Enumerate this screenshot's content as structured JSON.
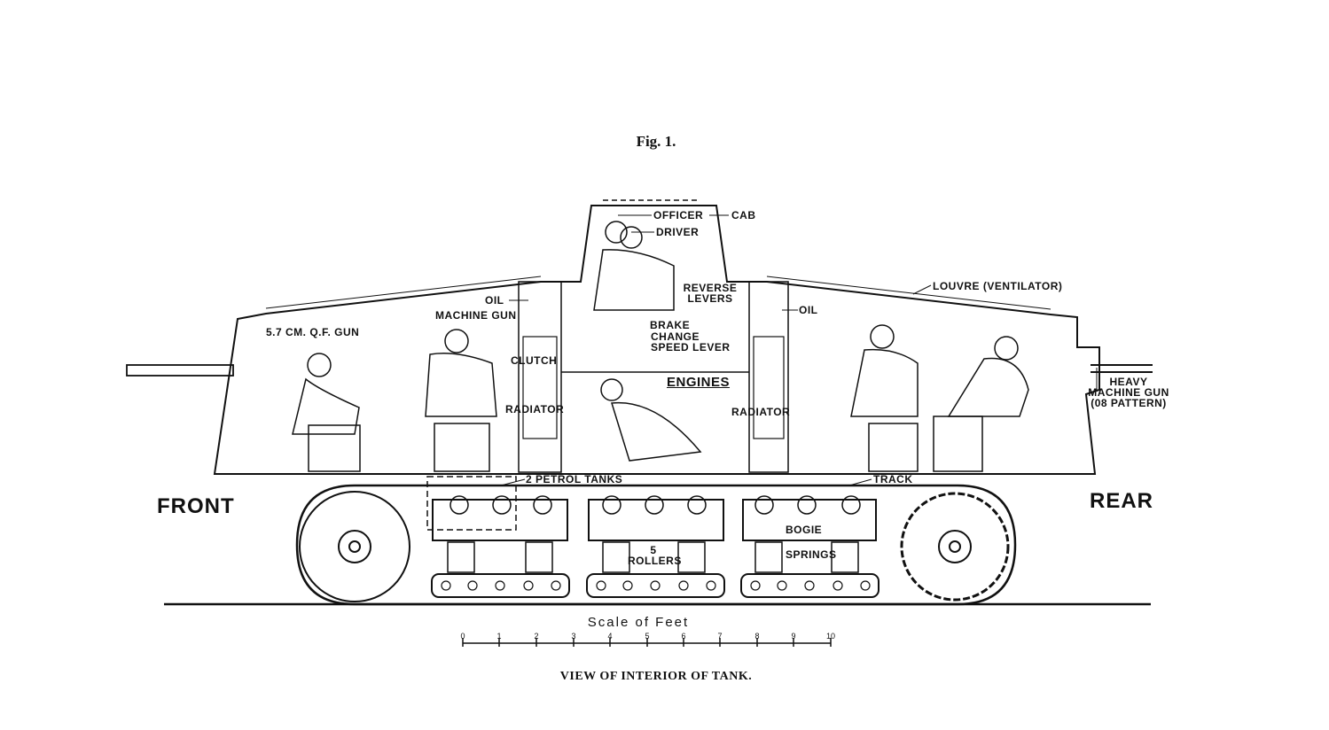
{
  "figure_title": "Fig. 1.",
  "caption": "VIEW OF INTERIOR OF TANK.",
  "side_labels": {
    "front": "FRONT",
    "rear": "REAR"
  },
  "labels": {
    "officer": "OFFICER",
    "cab": "CAB",
    "driver": "DRIVER",
    "louvre": "LOUVRE (VENTILATOR)",
    "oil_left": "OIL",
    "oil_right": "OIL",
    "gun_57": "5.7 CM. Q.F. GUN",
    "machine_gun": "MACHINE GUN",
    "reverse_levers": "REVERSE LEVERS",
    "brake": "BRAKE",
    "change_speed_lever": "CHANGE SPEED LEVER",
    "clutch": "CLUTCH",
    "engines": "ENGINES",
    "radiator_left": "RADIATOR",
    "radiator_right": "RADIATOR",
    "heavy_machine_gun": "HEAVY MACHINE GUN (08 PATTERN)",
    "petrol_tanks": "2 PETROL TANKS",
    "track": "TRACK",
    "bogie": "BOGIE",
    "rollers": "5 ROLLERS",
    "springs": "SPRINGS"
  },
  "scale": {
    "title": "Scale of Feet",
    "ticks": [
      "0",
      "1",
      "2",
      "3",
      "4",
      "5",
      "6",
      "7",
      "8",
      "9",
      "10"
    ]
  }
}
